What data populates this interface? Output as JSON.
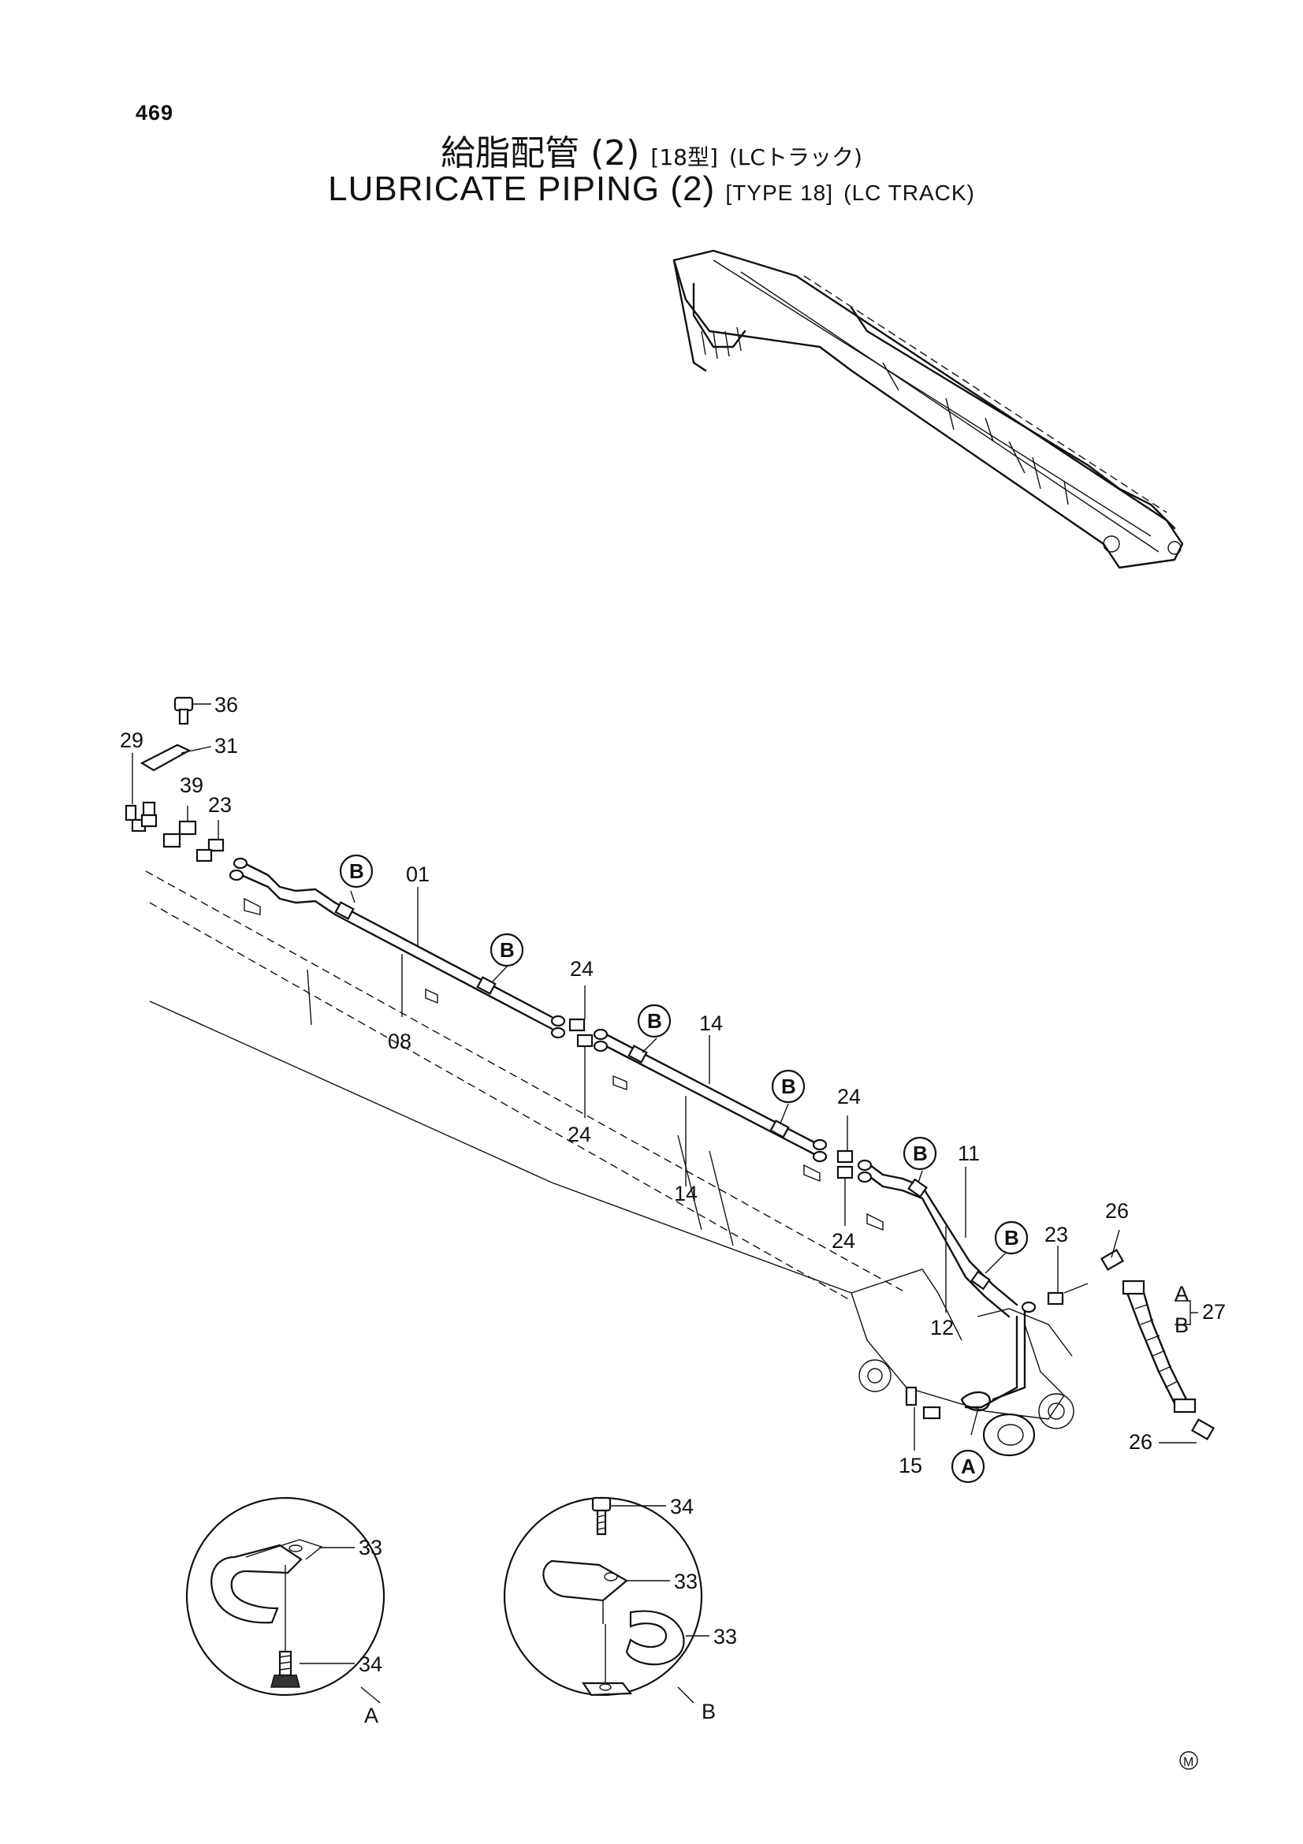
{
  "page_number": "469",
  "title_jp": {
    "main": "給脂配管 (2)",
    "type": "[18型]",
    "variant": "(LCトラック)"
  },
  "title_en": {
    "main": "LUBRICATE PIPING (2)",
    "type": "[TYPE 18]",
    "variant": "(LC TRACK)"
  },
  "callouts": {
    "p36": "36",
    "p31": "31",
    "p29": "29",
    "p39": "39",
    "p23a": "23",
    "p01": "01",
    "p08": "08",
    "p24a": "24",
    "p24b": "24",
    "p24c": "24",
    "p24d": "24",
    "p14a": "14",
    "p14b": "14",
    "p11": "11",
    "p12": "12",
    "p23b": "23",
    "p15": "15",
    "p26a": "26",
    "p26b": "26",
    "p27": "27",
    "hose_a": "A",
    "hose_b": "B",
    "detA_33": "33",
    "detA_34": "34",
    "detB_34": "34",
    "detB_33a": "33",
    "detB_33b": "33"
  },
  "view_markers": {
    "b1": "B",
    "b2": "B",
    "b3": "B",
    "b4": "B",
    "b5": "B",
    "b6": "B",
    "a1": "A"
  },
  "detail_views": {
    "a": "A",
    "b": "B"
  },
  "footer_mark": "M"
}
